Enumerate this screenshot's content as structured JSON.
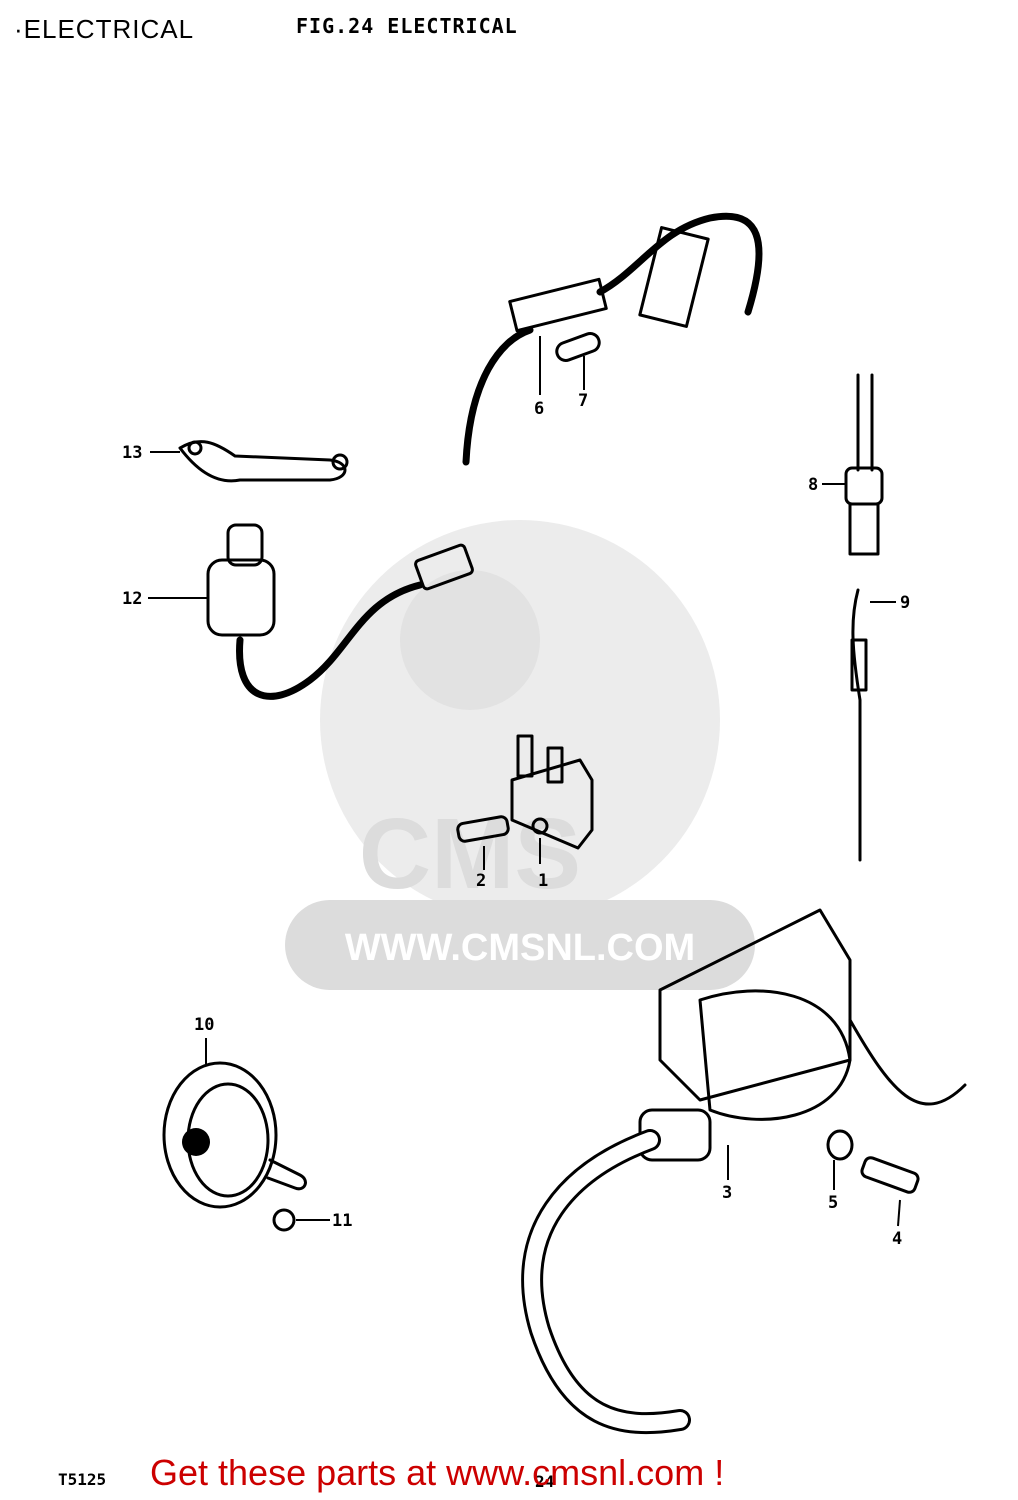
{
  "header": {
    "section_title": "·ELECTRICAL",
    "figure_title": "FIG.24  ELECTRICAL"
  },
  "callouts": [
    {
      "id": "1",
      "label": "1"
    },
    {
      "id": "2",
      "label": "2"
    },
    {
      "id": "3",
      "label": "3"
    },
    {
      "id": "4",
      "label": "4"
    },
    {
      "id": "5",
      "label": "5"
    },
    {
      "id": "6",
      "label": "6"
    },
    {
      "id": "7",
      "label": "7"
    },
    {
      "id": "8",
      "label": "8"
    },
    {
      "id": "9",
      "label": "9"
    },
    {
      "id": "10",
      "label": "10"
    },
    {
      "id": "11",
      "label": "11"
    },
    {
      "id": "12",
      "label": "12"
    },
    {
      "id": "13",
      "label": "13"
    }
  ],
  "watermark": {
    "brand": "CMS",
    "url": "WWW.CMSNL.COM"
  },
  "footer": {
    "cta": "Get these parts at www.cmsnl.com !",
    "diagram_code": "T5125",
    "page_code": "24"
  },
  "colors": {
    "footer_text": "#cc0000",
    "watermark": "#dcdcdc",
    "line_art": "#000000"
  }
}
